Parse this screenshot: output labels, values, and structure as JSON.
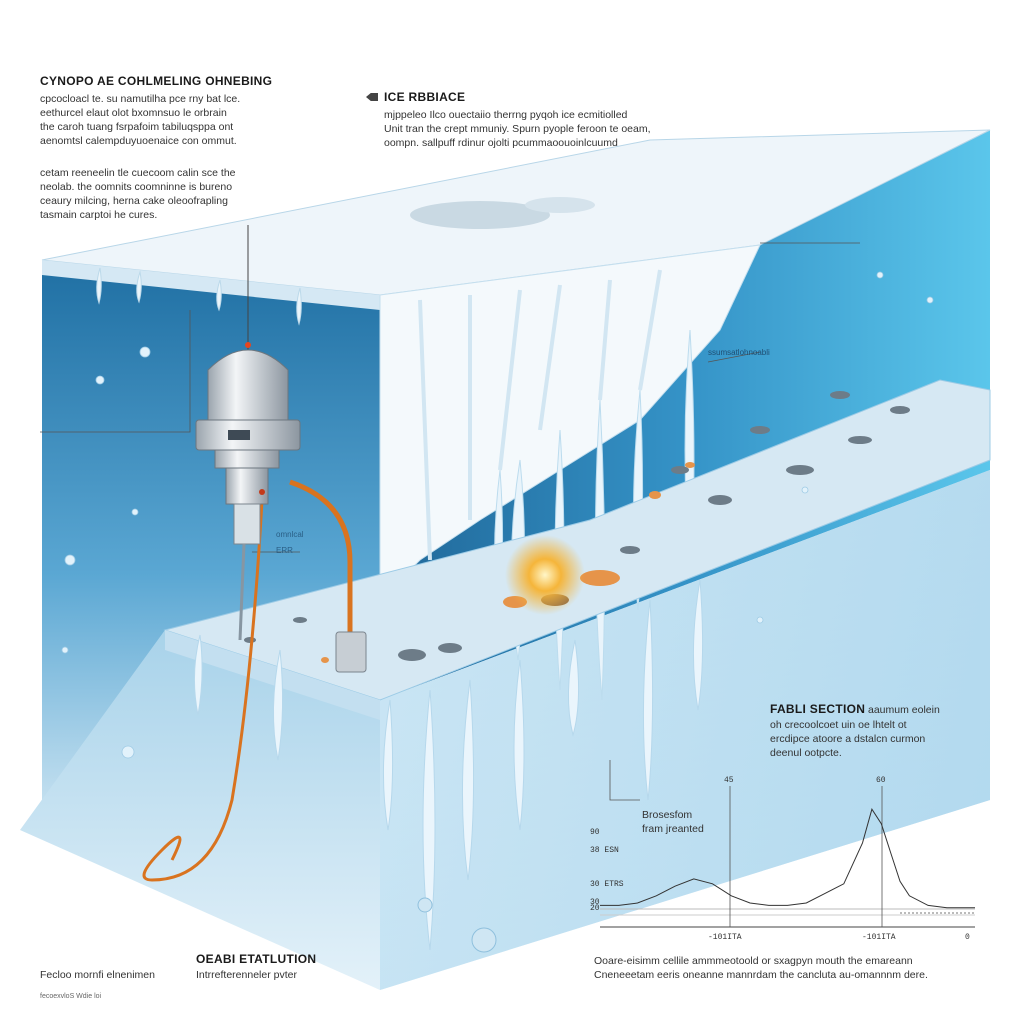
{
  "annotations": {
    "top_left": {
      "title": "CYNOPO AE COHLMELING OHNEBING",
      "lines": [
        "cpcocloacl te. su namutilha pce rny bat lce.",
        "eethurcel elaut olot bxomnsuo le orbrain",
        "the caroh tuang fsrpafoim tabiluqsppa ont",
        "aenomtsl calempduyuoenaice con ommut."
      ]
    },
    "mid_left": {
      "lines": [
        "cetam reeneelin tle cuecoom calin sce the",
        "neolab. the oomnits coomninne is bureno",
        "ceaury milcing, herna cake oleoofrapling",
        "tasmain carptoi he cures."
      ]
    },
    "ice_surface": {
      "title": "ICE RBBIACE",
      "lines": [
        "mjppeleo Ilco ouectaiio therrng pyqoh ice ecmitiolled",
        "Unit tran the crept mmuniy. Spurn pyople feroon te oeam,",
        "oompn. sallpuff rdinur ojolti pcummaoouoinlcuumd"
      ]
    },
    "probe_label": "omnlcal",
    "probe_label_2": "ERR",
    "inner_label": "ssumsatlohnoabli",
    "fabli": {
      "title": "FABLI SECTION",
      "title_suffix": "aaumum eolein",
      "lines": [
        "oh crecoolcoet uin oe lhtelt ot",
        "ercdipce atoore a dstalcn curmon",
        "deenul ootpcte."
      ]
    },
    "chart_caption": [
      "Brosesfom",
      "fram jreanted"
    ],
    "oeabi": {
      "title": "OEABI ETATLUTION",
      "subtitle": "Intrrefterenneler pvter"
    },
    "bottom_left": "Fecloo mornfi elnenimen",
    "bottom_left_small": "fecoexvloS Wdie loi",
    "bottom_right": [
      "Ooare-eisimm cellile ammmeotoold or sxagpyn mouth the emareann",
      "Cneneeetam eeris oneanne mannrdam the cancluta au-omannnm dere."
    ]
  },
  "chart_data": {
    "type": "line",
    "x_ticks": [
      "-101ITA",
      "-101ITA",
      "0"
    ],
    "y_ticks": [
      "90",
      "38 ESN",
      "30 ETRS",
      "30",
      "20"
    ],
    "markers": [
      "45",
      "60"
    ],
    "series": [
      {
        "x": [
          0,
          4,
          8,
          12,
          16,
          20,
          24,
          28,
          32,
          36,
          40,
          44,
          48,
          52,
          56,
          58,
          60,
          62,
          64,
          66,
          70,
          74,
          80
        ],
        "y": [
          22,
          22,
          23,
          26,
          30,
          33,
          31,
          26,
          23,
          22,
          22,
          23,
          27,
          31,
          48,
          62,
          56,
          44,
          32,
          26,
          22,
          21,
          21
        ]
      }
    ],
    "xlim": [
      0,
      80
    ],
    "ylim": [
      18,
      70
    ]
  },
  "colors": {
    "ice": "#eef5fa",
    "water_deep": "#1d6fa5",
    "water_light": "#8fd3f0",
    "cable": "#d9731f",
    "glow": "#f2a12c"
  }
}
